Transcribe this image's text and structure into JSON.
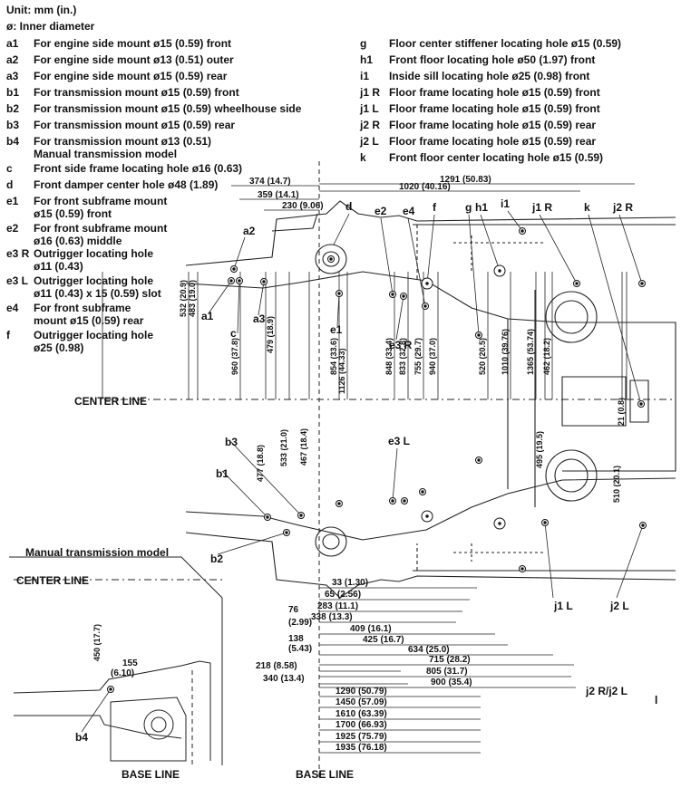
{
  "header": {
    "unit": "Unit: mm (in.)",
    "symbol": "ø: Inner diameter"
  },
  "legend_left": [
    {
      "code": "a1",
      "text": "For engine side mount ø15 (0.59) front"
    },
    {
      "code": "a2",
      "text": "For engine side mount ø13 (0.51) outer"
    },
    {
      "code": "a3",
      "text": "For engine side mount ø15 (0.59) rear"
    },
    {
      "code": "b1",
      "text": "For transmission mount ø15 (0.59) front"
    },
    {
      "code": "b2",
      "text": "For transmission mount ø15 (0.59) wheelhouse side"
    },
    {
      "code": "b3",
      "text": "For transmission mount ø15 (0.59) rear"
    },
    {
      "code": "b4",
      "text": "For transmission mount ø13 (0.51)",
      "text2": "Manual transmission model"
    },
    {
      "code": "c",
      "text": "Front side frame locating hole ø16 (0.63)"
    },
    {
      "code": "d",
      "text": "Front damper center hole ø48 (1.89)"
    },
    {
      "code": "e1",
      "text": "For front subframe mount",
      "text2": "ø15 (0.59) front"
    },
    {
      "code": "e2",
      "text": "For front subframe mount",
      "text2": "ø16 (0.63) middle"
    },
    {
      "code": "e3 R",
      "text": "Outrigger locating hole",
      "text2": "ø11 (0.43)"
    },
    {
      "code": "e3 L",
      "text": "Outrigger locating hole",
      "text2": "ø11 (0.43) x 15 (0.59) slot"
    },
    {
      "code": "e4",
      "text": "For front subframe",
      "text2": "mount ø15 (0.59) rear"
    },
    {
      "code": "f",
      "text": "Outrigger locating hole",
      "text2": "ø25 (0.98)"
    }
  ],
  "legend_right": [
    {
      "code": "g",
      "text": "Floor center stiffener locating hole ø15 (0.59)"
    },
    {
      "code": "h1",
      "text": "Front floor locating hole ø50 (1.97) front"
    },
    {
      "code": "i1",
      "text": "Inside sill locating hole ø25 (0.98) front"
    },
    {
      "code": "j1 R",
      "text": "Floor frame locating hole ø15 (0.59) front"
    },
    {
      "code": "j1 L",
      "text": "Floor frame locating hole ø15 (0.59) front"
    },
    {
      "code": "j2 R",
      "text": "Floor frame locating hole ø15 (0.59) rear"
    },
    {
      "code": "j2 L",
      "text": "Floor frame locating hole ø15 (0.59) rear"
    },
    {
      "code": "k",
      "text": "Front floor center locating hole ø15 (0.59)"
    }
  ],
  "diagram": {
    "center_line": "CENTER LINE",
    "center_line_inset": "CENTER LINE",
    "base_line": "BASE LINE",
    "base_line_inset": "BASE LINE",
    "inset_title": "Manual transmission model",
    "point_labels": [
      "a1",
      "a2",
      "a3",
      "b1",
      "b2",
      "b3",
      "b4",
      "c",
      "d",
      "e1",
      "e2",
      "e3 R",
      "e3 L",
      "e4",
      "f",
      "g",
      "h1",
      "i1",
      "j1 R",
      "j1 L",
      "j2 R",
      "j2 L",
      "k",
      "j2 R/j2 L",
      "l"
    ],
    "top_dims": [
      "1291 (50.83)",
      "1020 (40.16)",
      "374 (14.7)",
      "359 (14.1)",
      "230 (9.06)"
    ],
    "vertical_dims": [
      "532 (20.9)",
      "483 (19.0)",
      "960 (37.8)",
      "479 (18.9)",
      "477 (18.8)",
      "533 (21.0)",
      "467 (18.4)",
      "854 (33.6)",
      "1126 (44.33)",
      "848 (33.4)",
      "833 (32.8)",
      "755 (29.7)",
      "940 (37.0)",
      "520 (20.5)",
      "1010 (39.76)",
      "1365 (53.74)",
      "462 (18.2)",
      "495 (19.5)",
      "21 (0.8)",
      "510 (20.1)",
      "450 (17.7)"
    ],
    "bottom_dims": [
      "33 (1.30)",
      "65 (2.56)",
      "283 (11.1)",
      "338 (13.3)",
      "76",
      "(2.99)",
      "409 (16.1)",
      "425 (16.7)",
      "138",
      "(5.43)",
      "634 (25.0)",
      "715 (28.2)",
      "218 (8.58)",
      "805 (31.7)",
      "900 (35.4)",
      "340 (13.4)",
      "1290 (50.79)",
      "1450 (57.09)",
      "1610 (63.39)",
      "1700 (66.93)",
      "1925 (75.79)",
      "1935 (76.18)",
      "155",
      "(6.10)"
    ]
  }
}
